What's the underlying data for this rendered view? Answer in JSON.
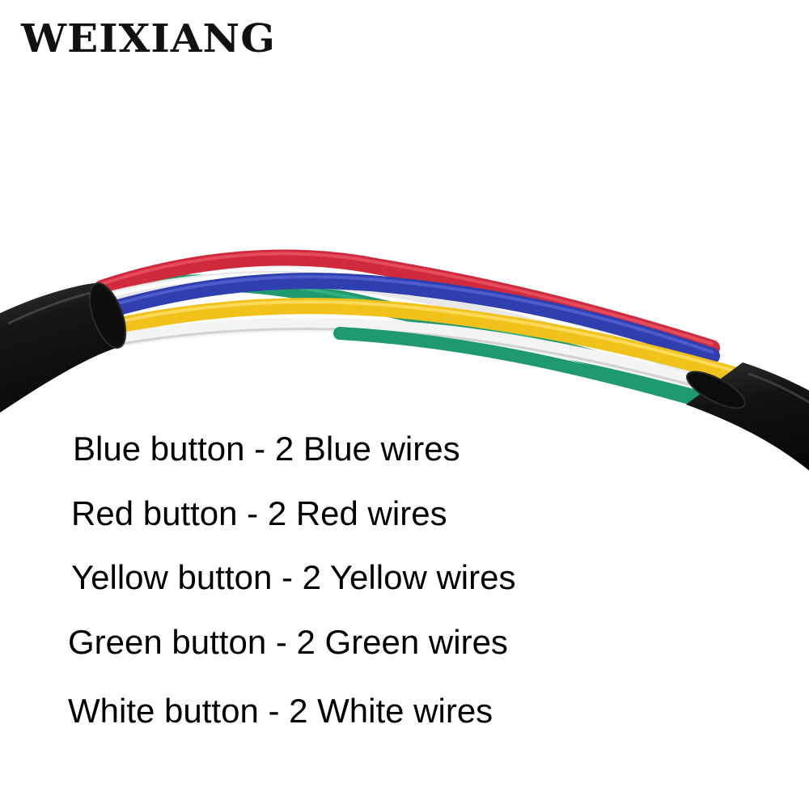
{
  "brand": {
    "name": "WEIXIANG"
  },
  "photo": {
    "subject": "cable-with-five-colored-wires",
    "jacket_color": "#141414",
    "wire_colors": [
      "#cf2a3e",
      "#2f3fb0",
      "#f2c21c",
      "#f7f7f7",
      "#1e9a6e"
    ]
  },
  "legend": {
    "lines": [
      "Blue button - 2 Blue wires",
      "Red button - 2 Red wires",
      "Yellow button - 2 Yellow wires",
      "Green button - 2 Green wires",
      "White button - 2 White wires"
    ]
  }
}
